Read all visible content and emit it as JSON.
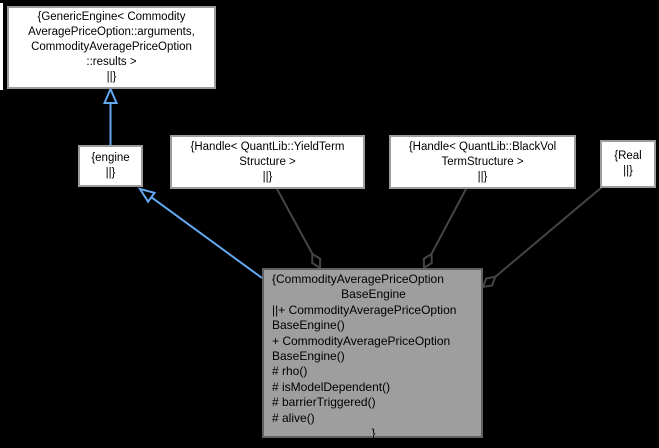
{
  "diagram": {
    "kind": "uml-collaboration-graph",
    "background": "#000000",
    "colors": {
      "inheritance_edge": "#64a8f0",
      "aggregation_edge": "#454545",
      "node_fill": "#ffffff",
      "node_border": "#9c9c9c",
      "focus_node_fill": "#9e9e9e",
      "focus_node_border": "#606060",
      "text": "#000000"
    },
    "nodes": {
      "generic_engine": {
        "lines": {
          "0": "{GenericEngine< Commodity",
          "1": "AveragePriceOption::arguments,",
          "2": "CommodityAveragePriceOption",
          "3": "::results >",
          "4": "||}"
        }
      },
      "engine": {
        "lines": {
          "0": "{engine",
          "1": "||}"
        }
      },
      "yield_term": {
        "lines": {
          "0": "{Handle< QuantLib::YieldTerm",
          "1": "Structure >",
          "2": "||}"
        }
      },
      "black_vol": {
        "lines": {
          "0": "{Handle< QuantLib::BlackVol",
          "1": "TermStructure >",
          "2": "||}"
        }
      },
      "real": {
        "lines": {
          "0": "{Real",
          "1": "||}"
        }
      },
      "main": {
        "lines": {
          "0": "{CommodityAveragePriceOption",
          "1": "BaseEngine",
          "2": "||+ CommodityAveragePriceOption",
          "3": "BaseEngine()",
          "4": "+ CommodityAveragePriceOption",
          "5": "BaseEngine()",
          "6": "# rho()",
          "7": "# isModelDependent()",
          "8": "# barrierTriggered()",
          "9": "# alive()",
          "10": "}"
        }
      }
    },
    "edges": [
      {
        "from": "engine",
        "to": "generic_engine",
        "relation": "inheritance",
        "marker": "hollow-triangle",
        "color": "#64a8f0"
      },
      {
        "from": "main",
        "to": "engine",
        "relation": "inheritance",
        "marker": "hollow-triangle",
        "color": "#64a8f0"
      },
      {
        "from": "main",
        "to": "yield_term",
        "relation": "aggregation",
        "marker": "hollow-diamond",
        "color": "#454545"
      },
      {
        "from": "main",
        "to": "black_vol",
        "relation": "aggregation",
        "marker": "hollow-diamond",
        "color": "#454545"
      },
      {
        "from": "main",
        "to": "real",
        "relation": "aggregation",
        "marker": "hollow-diamond",
        "color": "#454545"
      }
    ]
  }
}
